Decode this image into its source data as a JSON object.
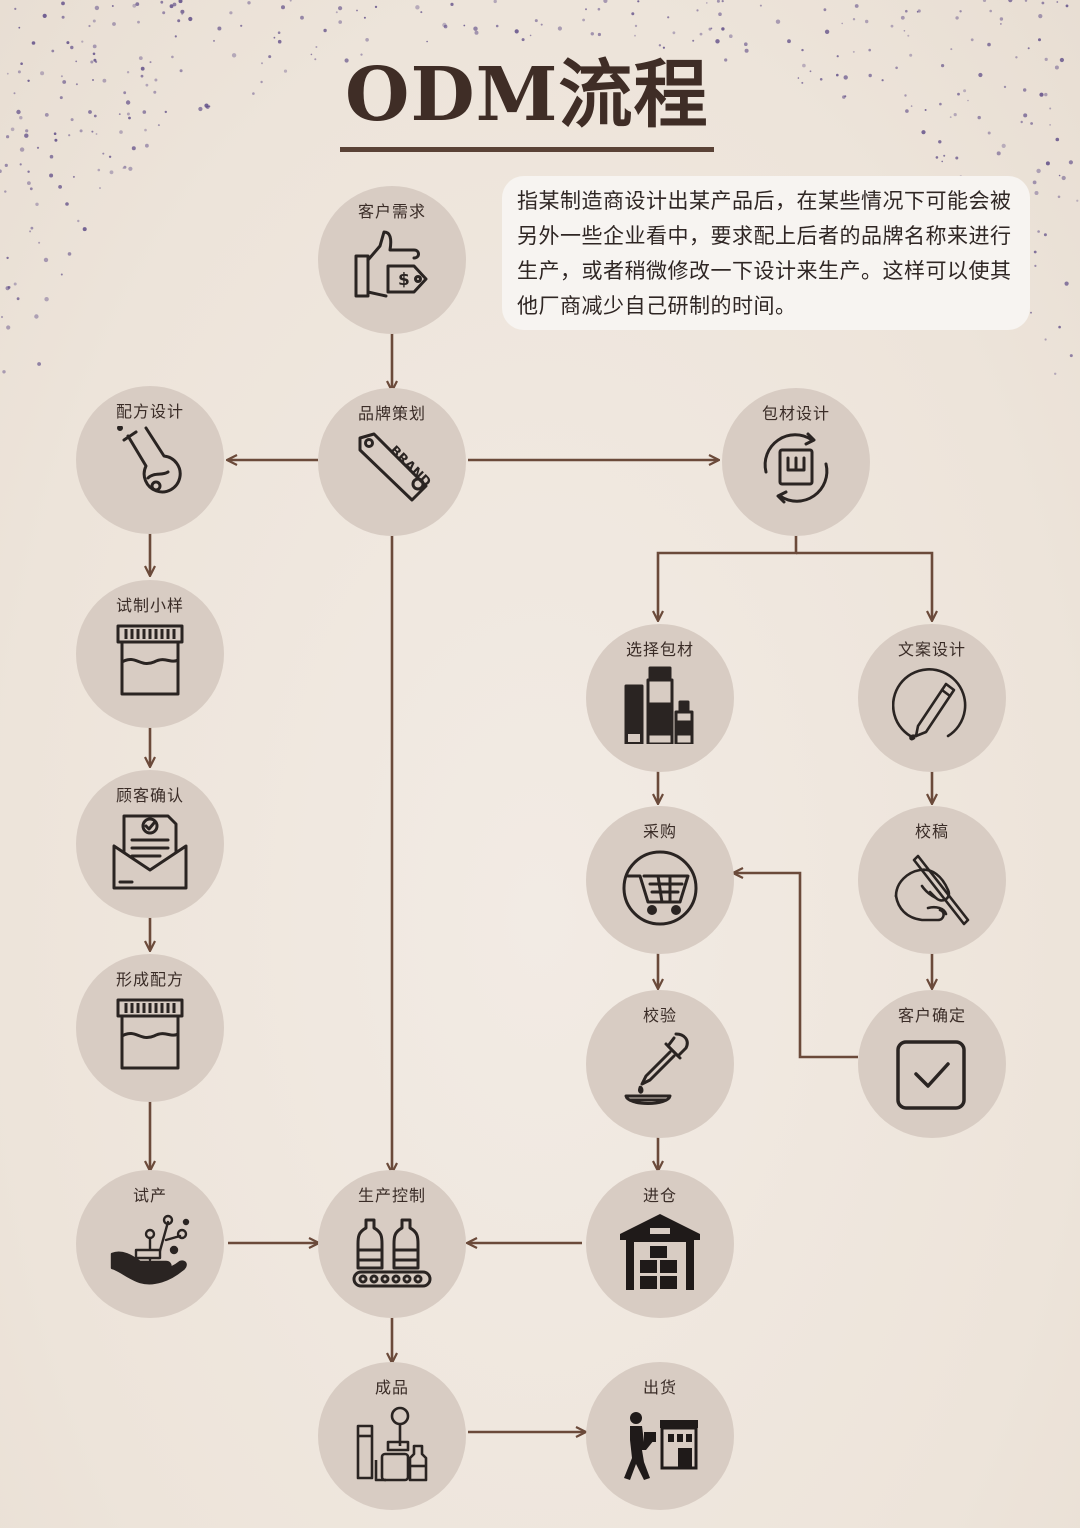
{
  "title": "ODM流程",
  "description": "指某制造商设计出某产品后，在某些情况下可能会被另外一些企业看中，要求配上后者的品牌名称来进行生产，或者稍微修改一下设计来生产。这样可以使其他厂商减少自己研制的时间。",
  "colors": {
    "background": "#efe6dd",
    "node": "#d8ccc3",
    "arrow": "#6b4a3a",
    "title": "#3f2d26",
    "dots": "#5d4a86"
  },
  "nodes": {
    "customer_demand": {
      "label": "客户需求",
      "icon": "thumbs-up-price-tag-icon"
    },
    "brand_planning": {
      "label": "品牌策划",
      "icon": "brand-tag-icon"
    },
    "formula_design": {
      "label": "配方设计",
      "icon": "flask-icon"
    },
    "packaging_design": {
      "label": "包材设计",
      "icon": "box-cycle-icon"
    },
    "trial_sample": {
      "label": "试制小样",
      "icon": "sample-jar-icon"
    },
    "select_packaging": {
      "label": "选择包材",
      "icon": "bottles-icon"
    },
    "copy_design": {
      "label": "文案设计",
      "icon": "pencil-circle-icon"
    },
    "customer_confirm": {
      "label": "顾客确认",
      "icon": "envelope-check-icon"
    },
    "purchase": {
      "label": "采购",
      "icon": "shopping-cart-icon"
    },
    "proofread": {
      "label": "校稿",
      "icon": "hand-writing-icon"
    },
    "form_formula": {
      "label": "形成配方",
      "icon": "formula-jar-icon"
    },
    "inspection": {
      "label": "校验",
      "icon": "dropper-icon"
    },
    "client_approval": {
      "label": "客户确定",
      "icon": "checkbox-icon"
    },
    "trial_production": {
      "label": "试产",
      "icon": "hand-plant-icon"
    },
    "production_control": {
      "label": "生产控制",
      "icon": "conveyor-bottles-icon"
    },
    "warehousing": {
      "label": "进仓",
      "icon": "warehouse-icon"
    },
    "finished_product": {
      "label": "成品",
      "icon": "cosmetics-icon"
    },
    "shipment": {
      "label": "出货",
      "icon": "delivery-person-icon"
    }
  }
}
